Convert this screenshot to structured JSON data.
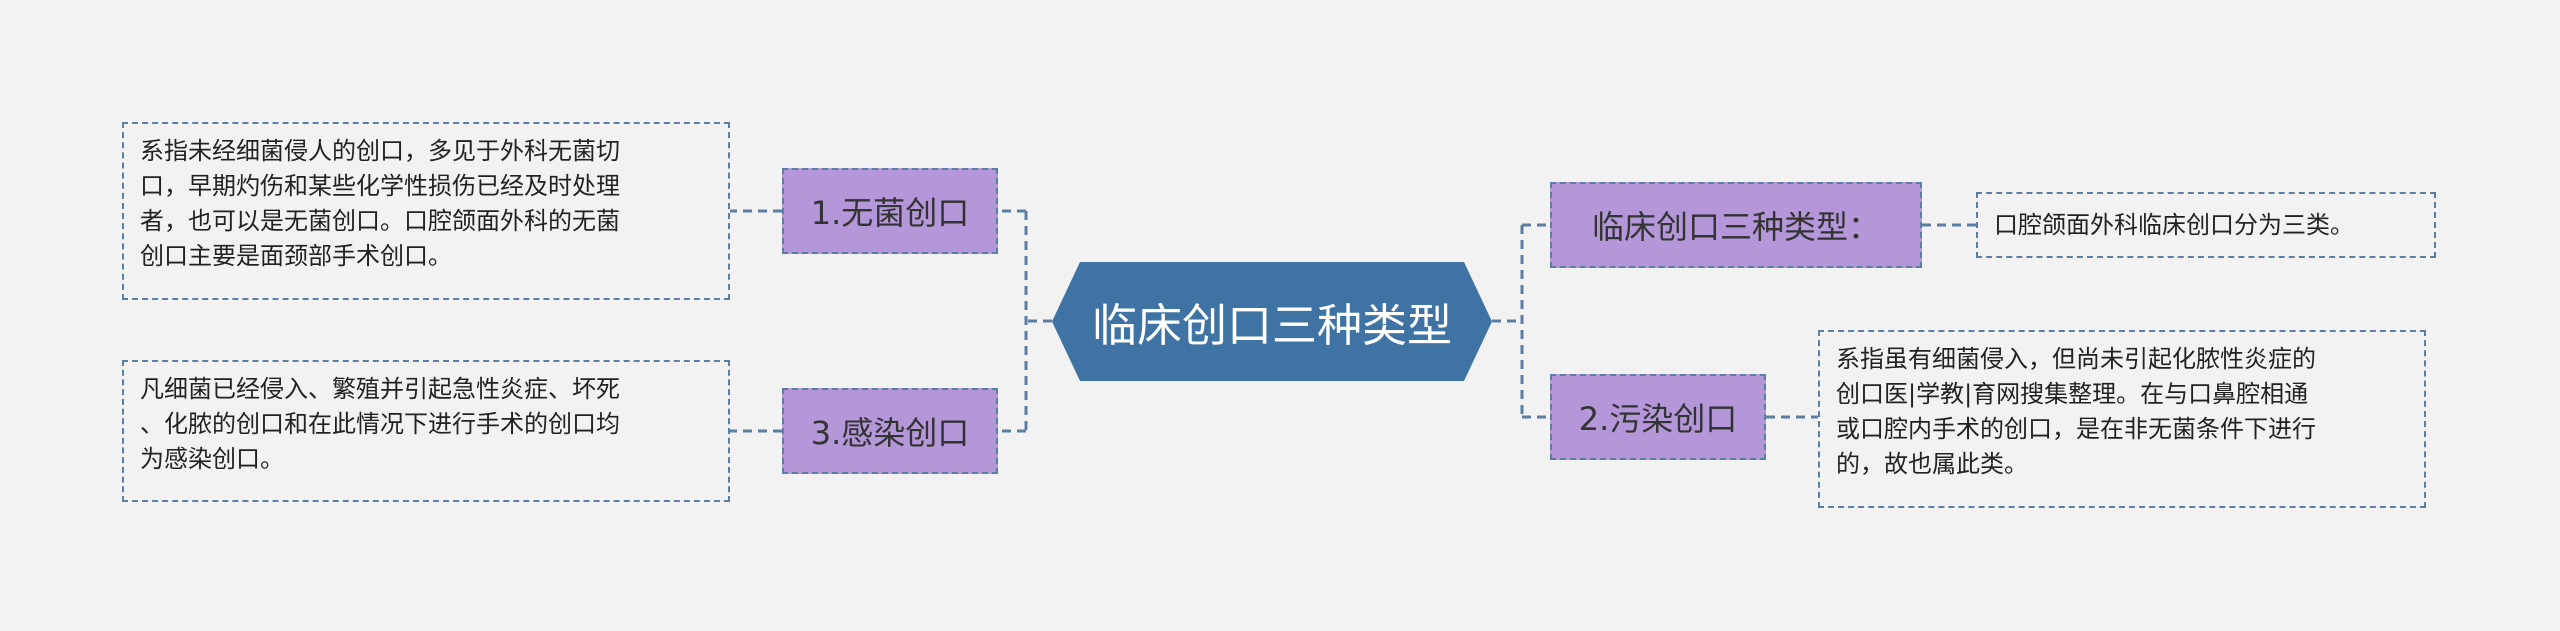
{
  "center": {
    "label": "临床创口三种类型"
  },
  "branches": {
    "sterile": {
      "label": "1.无菌创口"
    },
    "infected": {
      "label": "3.感染创口"
    },
    "types": {
      "label": "临床创口三种类型："
    },
    "contaminated": {
      "label": "2.污染创口"
    }
  },
  "leaves": {
    "sterile": [
      "系指未经细菌侵人的创口，多见于外科无菌切",
      "口，早期灼伤和某些化学性损伤已经及时处理",
      "者，也可以是无菌创口。口腔颌面外科的无菌",
      "创口主要是面颈部手术创口。"
    ],
    "infected": [
      "凡细菌已经侵入、繁殖并引起急性炎症、坏死",
      "、化脓的创口和在此情况下进行手术的创口均",
      "为感染创口。"
    ],
    "types": [
      "口腔颌面外科临床创口分为三类。"
    ],
    "contaminated": [
      "系指虽有细菌侵入，但尚未引起化脓性炎症的",
      "创口医|学教|育网搜集整理。在与口鼻腔相通",
      "或口腔内手术的创口，是在非无菌条件下进行",
      "的，故也属此类。"
    ]
  },
  "colors": {
    "center_fill": "#3f73a3",
    "branch_fill": "#b497d8",
    "connector": "#5b7fa3",
    "background": "#f2f2f2"
  }
}
